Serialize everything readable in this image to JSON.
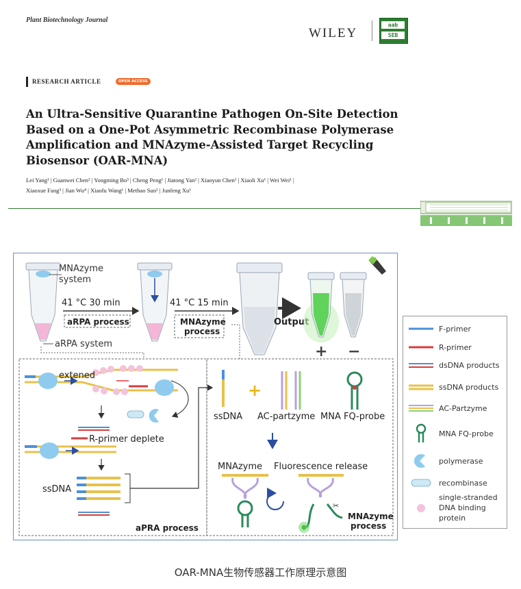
{
  "header": {
    "journal": "Plant Biotechnology Journal",
    "publisher": "WILEY",
    "badge_line1": "aab",
    "badge_line2": "SEB"
  },
  "article": {
    "type": "RESEARCH ARTICLE",
    "access": "OPEN ACCESS",
    "title": "An Ultra-Sensitive Quarantine Pathogen On-Site Detection Based on a One-Pot Asymmetric Recombinase Polymerase Amplification and MNAzyme-Assisted Target Recycling Biosensor (OAR-MNA)",
    "authors_line1": "Lei Yang¹ | Guanwei Chen² | Yongming Bo³ | Cheng Peng¹ | Jiatong Yan² | Xiaoyun Chen¹ | Xiaoli Xu¹ | Wei Wei¹ |",
    "authors_line2": "Xiaoxue Fang³ | Jian Wu⁴ | Xiaofu Wang¹ | Methao Sun² | Junfeng Xu¹"
  },
  "figure": {
    "mnazyme_system": "MNAzyme",
    "mnazyme_system2": "system",
    "step1_cond": "41 °C 30 min",
    "step1_name": "aRPA process",
    "step2_cond": "41 °C 15 min",
    "step2_name1": "MNAzyme",
    "step2_name2": "process",
    "output": "Output",
    "plus": "+",
    "minus": "−",
    "arpa_system": "aRPA system",
    "extened": "extened",
    "rprimer_deplete": "R-primer deplete",
    "ssdna_left": "ssDNA",
    "arpa_process_label": "aPRA process",
    "ssdna_right": "ssDNA",
    "plus_sign": "+",
    "ac_partzyme": "AC-partzyme",
    "mna_probe": "MNA FQ-probe",
    "mnazyme": "MNAzyme",
    "fluorescence_release": "Fluorescence release",
    "mnazyme_process1": "MNAzyme",
    "mnazyme_process2": "process"
  },
  "legend": {
    "items": [
      {
        "label": "F-primer"
      },
      {
        "label": "R-primer"
      },
      {
        "label": "dsDNA products"
      },
      {
        "label": "ssDNA products"
      },
      {
        "label": "AC-Partzyme"
      },
      {
        "label": "MNA FQ-probe"
      },
      {
        "label": "polymerase"
      },
      {
        "label": "recombinase"
      },
      {
        "label": "single-stranded"
      },
      {
        "label": "DNA binding"
      },
      {
        "label": "protein"
      }
    ]
  },
  "caption": "OAR-MNA生物传感器工作原理示意图",
  "colors": {
    "accent_green": "#2e7d32",
    "open_access": "#ef6c2c",
    "figure_border": "#6b8fbf",
    "fluor_green": "#5fd35a"
  }
}
